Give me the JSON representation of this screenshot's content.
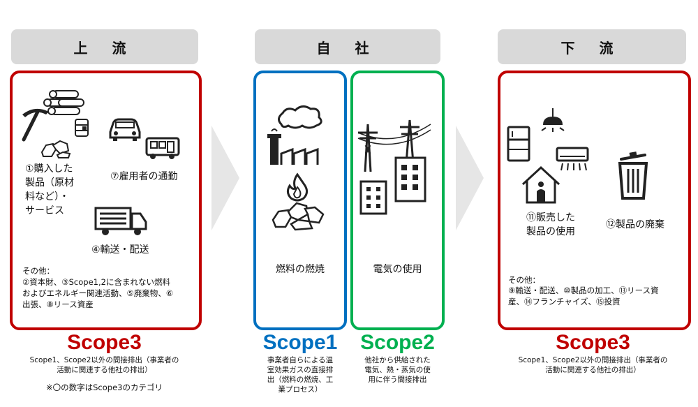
{
  "headers": {
    "upstream": "上 流",
    "company": "自 社",
    "downstream": "下 流"
  },
  "upstream": {
    "cat1": "①購入した\n製品（原材\n料など）・\nサービス",
    "cat7": "⑦雇用者の通勤",
    "cat4": "④輸送・配送",
    "others_title": "その他：",
    "others_list": "②資本財、③Scope1,2に含まれない燃料\nおよびエネルギー関連活動、⑤廃棄物、⑥\n出張、⑧リース資産",
    "scope": "Scope3",
    "scope_note": "Scope1、Scope2以外の間接排出（事業者の\n活動に関連する他社の排出）",
    "footnote": "※〇の数字はScope3のカテゴリ"
  },
  "scope1": {
    "label": "燃料の燃焼",
    "scope": "Scope1",
    "scope_note": "事業者自らによる温\n室効果ガスの直接排\n出（燃料の燃焼、工\n業プロセス）"
  },
  "scope2": {
    "label": "電気の使用",
    "scope": "Scope2",
    "scope_note": "他社から供給された\n電気、熱・蒸気の使\n用に伴う間接排出"
  },
  "downstream": {
    "cat11": "⑪販売した\n製品の使用",
    "cat12": "⑫製品の廃棄",
    "others_title": "その他：",
    "others_list": "⑨輸送・配送、⑩製品の加工、⑬リース資\n産、⑭フランチャイズ、⑮投資",
    "scope": "Scope3",
    "scope_note": "Scope1、Scope2以外の間接排出（事業者の\n活動に関連する他社の排出）"
  },
  "colors": {
    "scope3": "#c00000",
    "scope1": "#0070c0",
    "scope2": "#00b050",
    "header_bg": "#d9d9d9",
    "arrow": "#e6e6e6"
  },
  "icons": [
    "logs-icon",
    "pickaxe-icon",
    "ore-icon",
    "barrel-icon",
    "car-icon",
    "bus-icon",
    "truck-icon",
    "factory-icon",
    "fire-icon",
    "coal-icon",
    "power-tower-icon",
    "building-icon",
    "refrigerator-icon",
    "lamp-icon",
    "air-conditioner-icon",
    "house-icon",
    "trash-can-icon"
  ]
}
